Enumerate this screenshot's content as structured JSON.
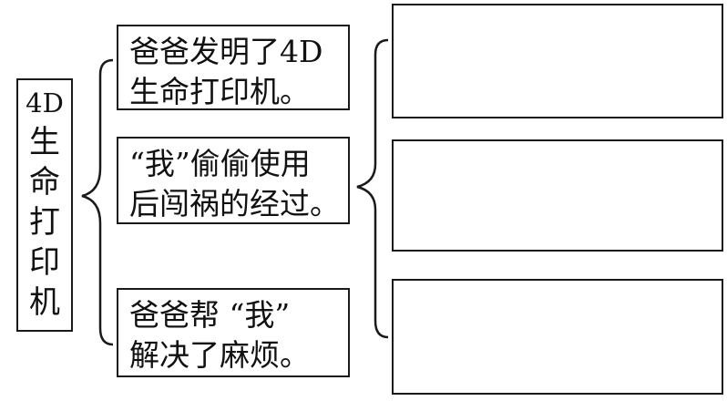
{
  "root": {
    "line1": "4D",
    "chars": [
      "生",
      "命",
      "打",
      "印",
      "机"
    ]
  },
  "events": [
    {
      "line1": "爸爸发明了4D",
      "line2": "生命打印机。"
    },
    {
      "line1": "“我”偷偷使用",
      "line2": "后闯祸的经过。"
    },
    {
      "line1": "爸爸帮 “我”",
      "line2": "解决了麻烦。"
    }
  ]
}
